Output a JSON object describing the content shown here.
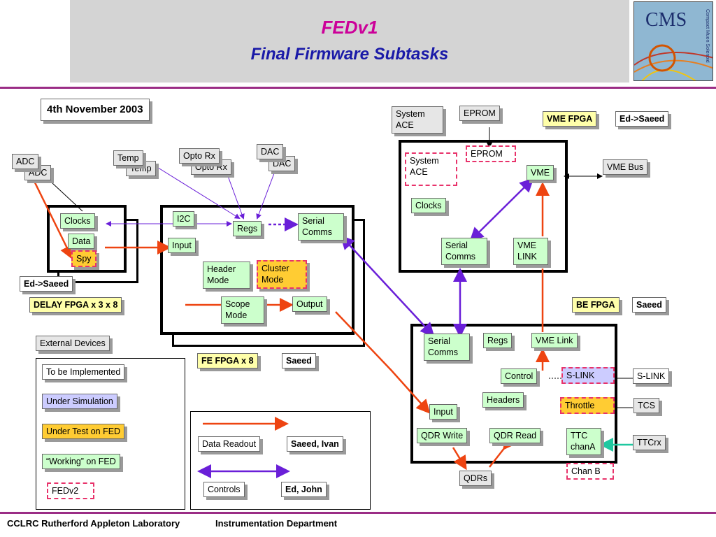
{
  "title": "FEDv1",
  "subtitle": "Final Firmware Subtasks",
  "logo_text": "CMS",
  "logo_side": "Compact Muon Solenoid",
  "date": "4th November 2003",
  "footer": {
    "left": "CCLRC Rutherford Appleton Laboratory",
    "right": "Instrumentation Department"
  },
  "fe_section": {
    "adc_back": "ADC",
    "adc": "ADC",
    "temp_back": "Temp",
    "temp": "Temp",
    "opto_back": "Opto Rx",
    "opto": "Opto Rx",
    "dac_back": "DAC",
    "dac": "DAC",
    "clocks": "Clocks",
    "data": "Data",
    "spy": "Spy",
    "ed_saeed": "Ed->Saeed",
    "delay_fpga": "DELAY FPGA x 3 x 8",
    "i2c": "I2C",
    "regs": "Regs",
    "serial_comms": "Serial Comms",
    "input": "Input",
    "header_mode": "Header Mode",
    "cluster_mode": "Cluster Mode",
    "scope_mode": "Scope Mode",
    "output": "Output",
    "fe_fpga": "FE FPGA x 8",
    "fe_owner": "Saeed"
  },
  "vme_section": {
    "system_ace_out": "System ACE",
    "eprom_out": "EPROM",
    "vme_fpga": "VME FPGA",
    "vme_owner": "Ed->Saeed",
    "system_ace_in": "System ACE",
    "eprom_in": "EPROM",
    "vme": "VME",
    "vme_bus": "VME Bus",
    "clocks": "Clocks",
    "serial_comms": "Serial Comms",
    "vme_link": "VME LINK"
  },
  "be_section": {
    "be_fpga": "BE FPGA",
    "be_owner": "Saeed",
    "serial_comms": "Serial Comms",
    "regs": "Regs",
    "vme_link": "VME Link",
    "control": "Control",
    "slink_in": "S-LINK",
    "slink_out": "S-LINK",
    "headers": "Headers",
    "throttle": "Throttle",
    "tcs": "TCS",
    "input": "Input",
    "qdr_write": "QDR Write",
    "qdr_read": "QDR Read",
    "ttc_chana": "TTC chanA",
    "ttcrx": "TTCrx",
    "chan_b": "Chan B",
    "qdrs": "QDRs"
  },
  "legend": {
    "external_devices": "External Devices",
    "to_be_implemented": "To be Implemented",
    "under_simulation": "Under Simulation",
    "under_test": "Under Test on FED",
    "working": "“Working” on FED",
    "fedv2": "FEDv2",
    "data_readout": "Data Readout",
    "data_owner": "Saeed, Ivan",
    "controls": "Controls",
    "controls_owner": "Ed, John"
  },
  "colors": {
    "green": "#ccffcc",
    "yellow": "#ffffaa",
    "purple": "#ccccff",
    "orange": "#ffcc33",
    "data_arrow": "#ee4411",
    "control_arrow": "#6a1fd8",
    "teal_arrow": "#1fc8a0",
    "title": "#cc0099",
    "subtitle": "#1a1aa8",
    "fedv2_border": "#e8336b"
  }
}
